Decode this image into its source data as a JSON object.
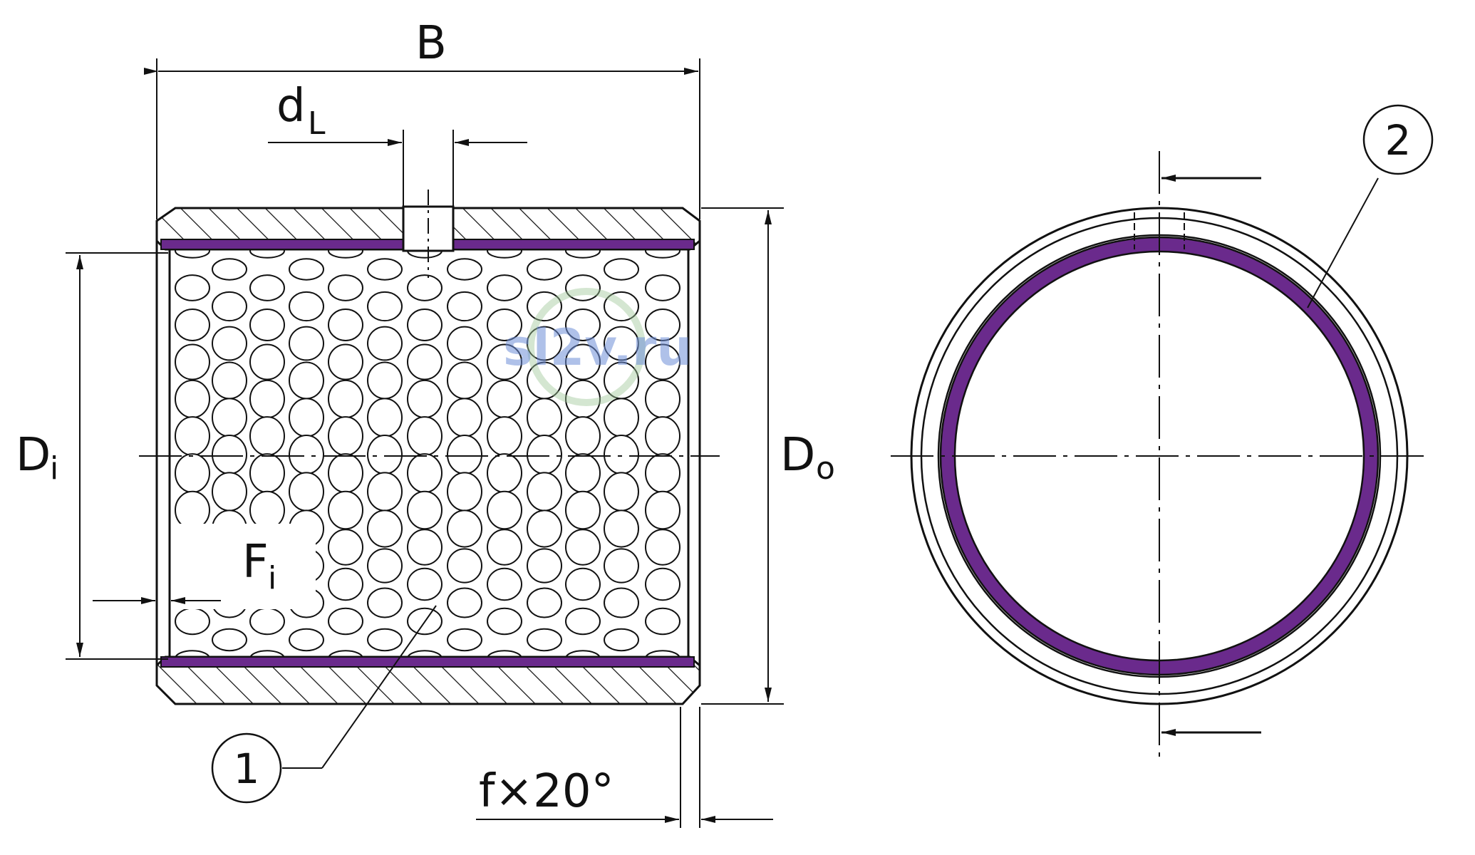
{
  "labels": {
    "width": "B",
    "lube_hole_main": "d",
    "lube_hole_sub": "L",
    "inner_diameter_main": "D",
    "inner_diameter_sub": "i",
    "outer_diameter_main": "D",
    "outer_diameter_sub": "o",
    "inner_chamfer_main": "F",
    "inner_chamfer_sub": "i",
    "chamfer": "f×20°",
    "callout_1": "1",
    "callout_2": "2"
  },
  "watermark": "sl2v.ru",
  "colors": {
    "line": "#111111",
    "sliding_layer": "#6a2a8c",
    "watermark": "#6f8fd8"
  }
}
